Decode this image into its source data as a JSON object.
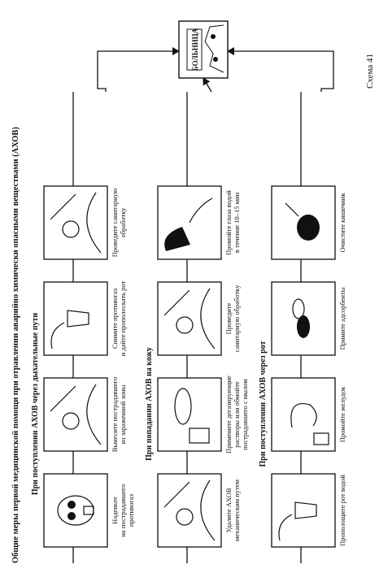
{
  "scheme_label": "Схема 41",
  "title": "Общие меры первой медицинской помощи при отравлении аварийно химически опасными веществами (АХОВ)",
  "hospital_sign": "БОЛЬНИЦА",
  "rows": [
    {
      "heading": "При поступлении АХОВ через дыхательные пути",
      "steps": [
        {
          "label": [
            "Наденьте",
            "на пострадавшего",
            "противогаз"
          ],
          "icon": "gas-mask-person-icon"
        },
        {
          "label": [
            "Вынесите пострадавшего",
            "из зараженной зоны"
          ],
          "icon": "carry-victim-icon"
        },
        {
          "label": [
            "Снимите противогаз",
            "и дайте прополоскать рот"
          ],
          "icon": "rinse-mouth-icon"
        },
        {
          "label": [
            "Проведите санитарную",
            "обработку"
          ],
          "icon": "decontamination-icon"
        }
      ]
    },
    {
      "heading": "При попадании АХОВ на кожу",
      "steps": [
        {
          "label": [
            "Удалите АХОВ",
            "механическим путем"
          ],
          "icon": "wipe-skin-icon"
        },
        {
          "label": [
            "Примените дегазирующие",
            "растворы или обмойте",
            "пострадавшего с мылом"
          ],
          "icon": "soap-wash-icon"
        },
        {
          "label": [
            "Проведите",
            "санитарную обработку"
          ],
          "icon": "wash-hands-icon"
        },
        {
          "label": [
            "Промойте глаза водой",
            "в течение 10–15 мин"
          ],
          "icon": "eye-wash-icon"
        }
      ]
    },
    {
      "heading": "При поступлении АХОВ через рот",
      "steps": [
        {
          "label": [
            "Прополощите рот водой"
          ],
          "icon": "glass-water-icon"
        },
        {
          "label": [
            "Промойте желудок"
          ],
          "icon": "stomach-wash-icon"
        },
        {
          "label": [
            "Примите адсорбенты"
          ],
          "icon": "adsorbent-pills-icon"
        },
        {
          "label": [
            "Очистите кишечник"
          ],
          "icon": "enema-bulb-icon"
        }
      ]
    }
  ]
}
